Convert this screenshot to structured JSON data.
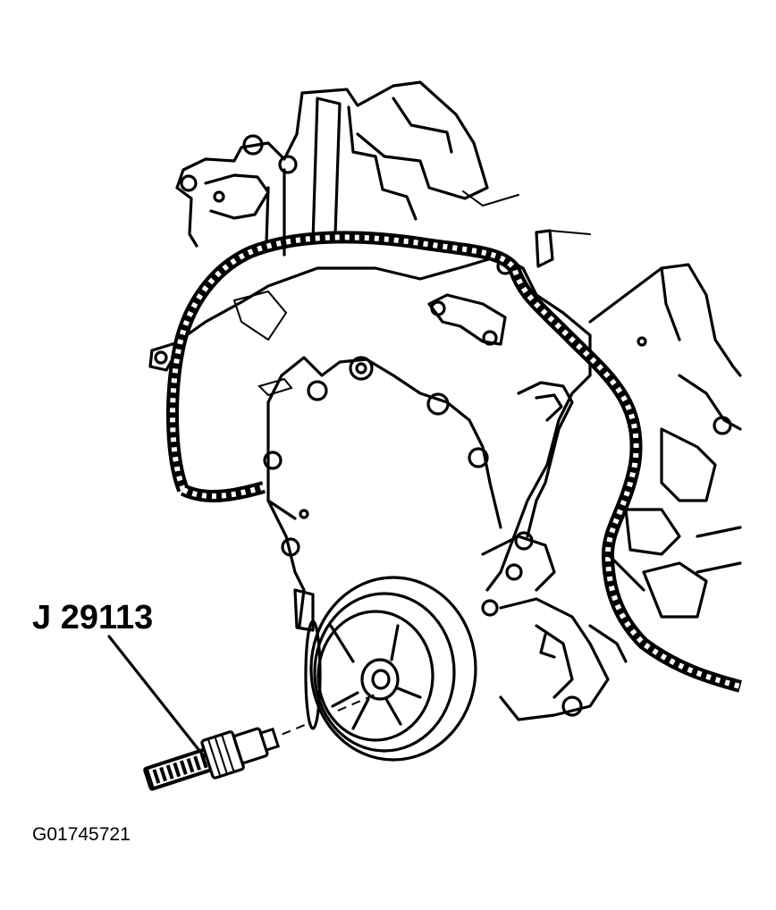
{
  "tool_callout": {
    "label": "J 29113"
  },
  "figure": {
    "id": "G01745721"
  },
  "icons": {
    "engine": "engine-front-cover-illustration",
    "tool": "crankshaft-balancer-installer-icon"
  }
}
